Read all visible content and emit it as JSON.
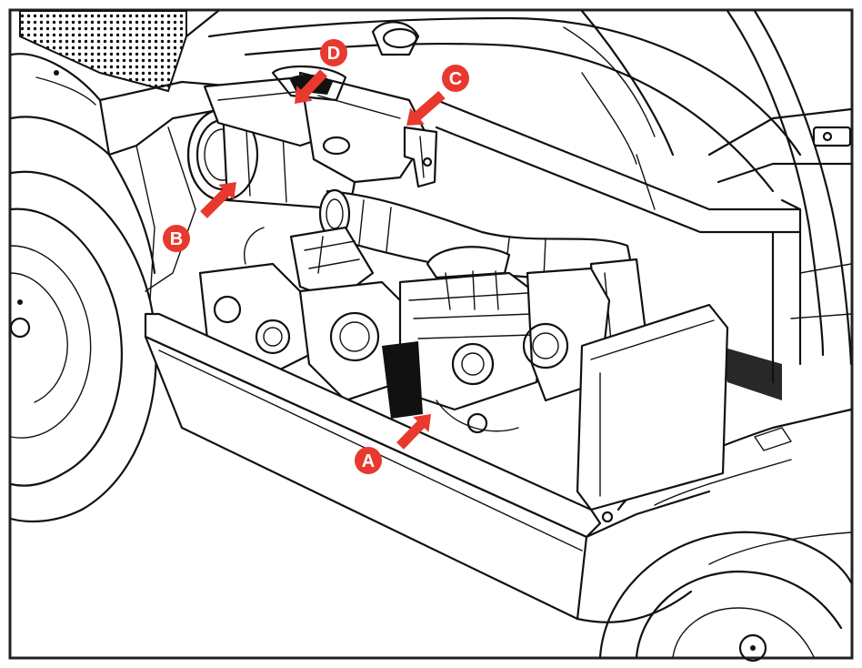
{
  "diagram": {
    "callouts": [
      {
        "id": "A",
        "label": "A"
      },
      {
        "id": "B",
        "label": "B"
      },
      {
        "id": "C",
        "label": "C"
      },
      {
        "id": "D",
        "label": "D"
      }
    ],
    "callout_color": "#e8392f",
    "line_color": "#111111",
    "border_color": "#222222"
  }
}
